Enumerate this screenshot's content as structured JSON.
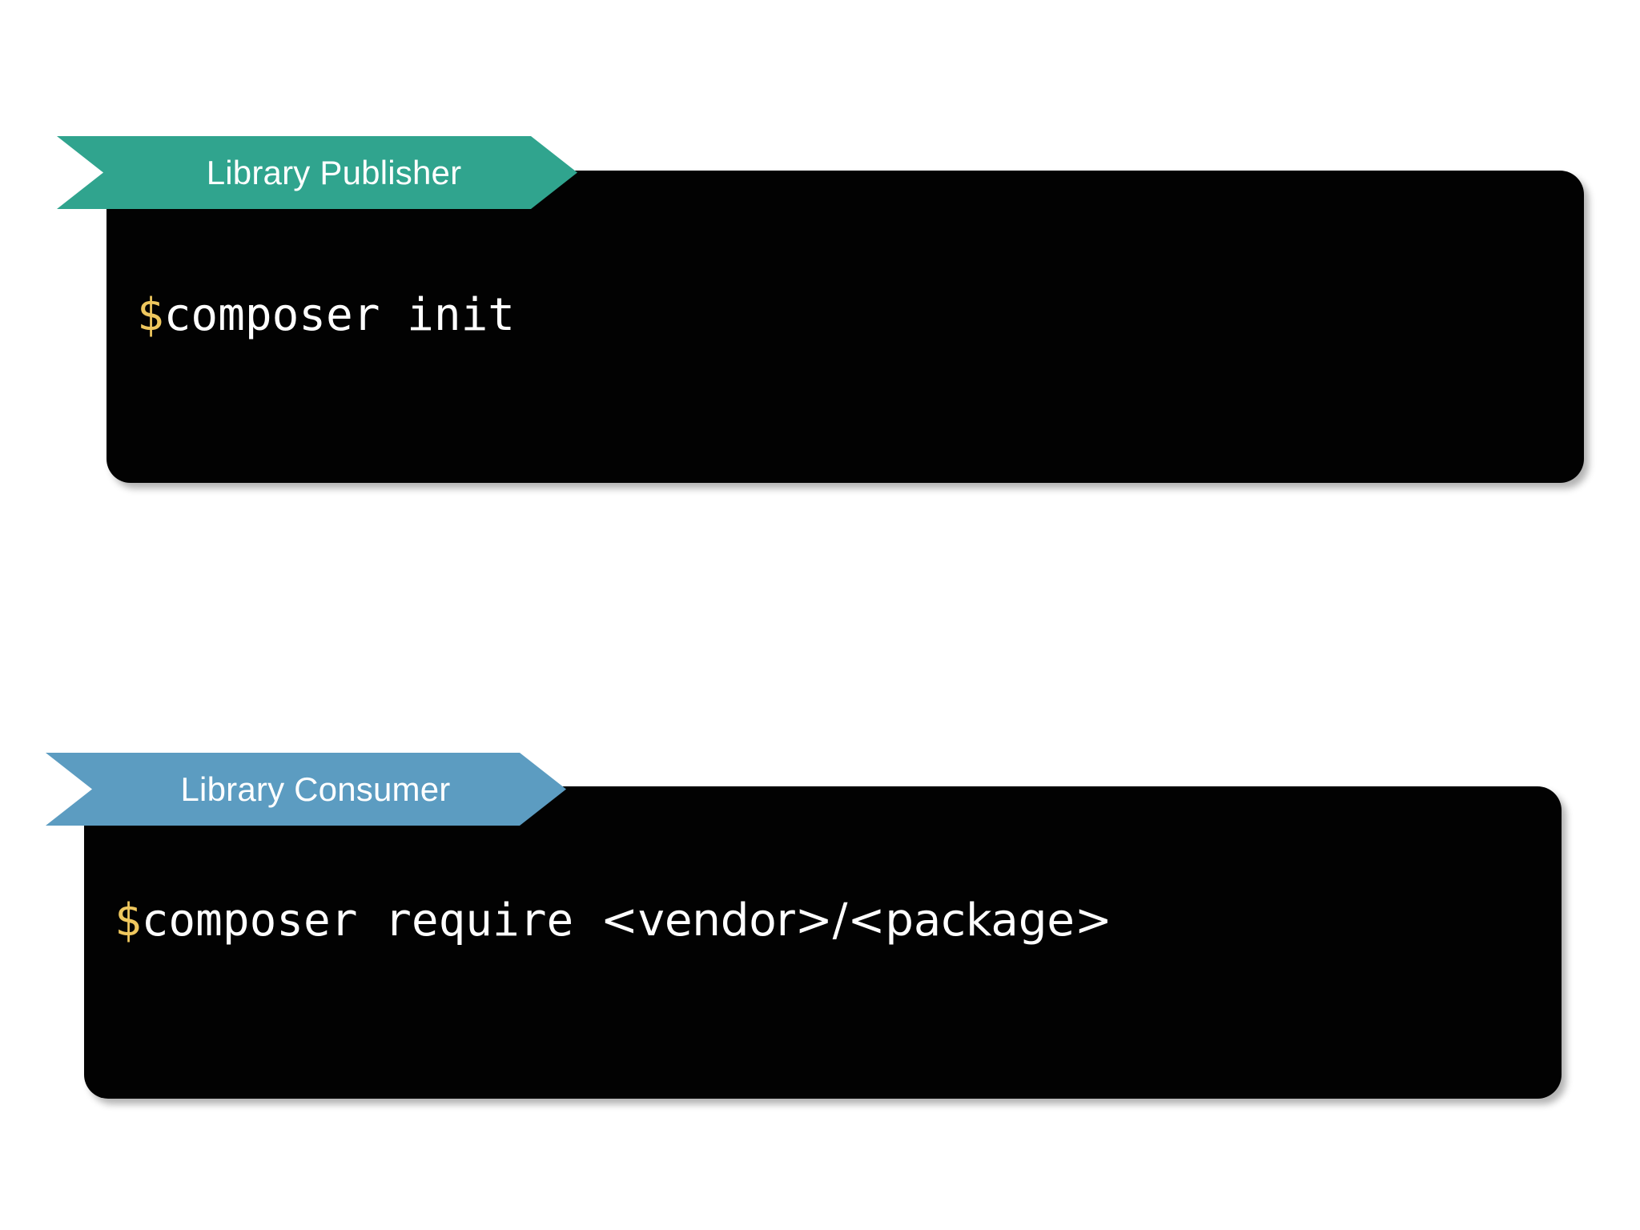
{
  "slide": {
    "background_color": "#ffffff"
  },
  "blocks": [
    {
      "id": "publisher",
      "ribbon": {
        "label": "Library Publisher",
        "color": "#30A48E"
      },
      "terminal": {
        "background_color": "#020202",
        "prompt": "$",
        "prompt_color": "#EFC75E",
        "command_mono": "composer init",
        "command_proportional": "",
        "full_command": "$ composer init"
      }
    },
    {
      "id": "consumer",
      "ribbon": {
        "label": "Library Consumer",
        "color": "#5C9CC1"
      },
      "terminal": {
        "background_color": "#020202",
        "prompt": "$",
        "prompt_color": "#EFC75E",
        "command_mono": "composer require ",
        "command_proportional": "<vendor>/<package>",
        "full_command": "$ composer require <vendor>/<package>"
      }
    }
  ]
}
